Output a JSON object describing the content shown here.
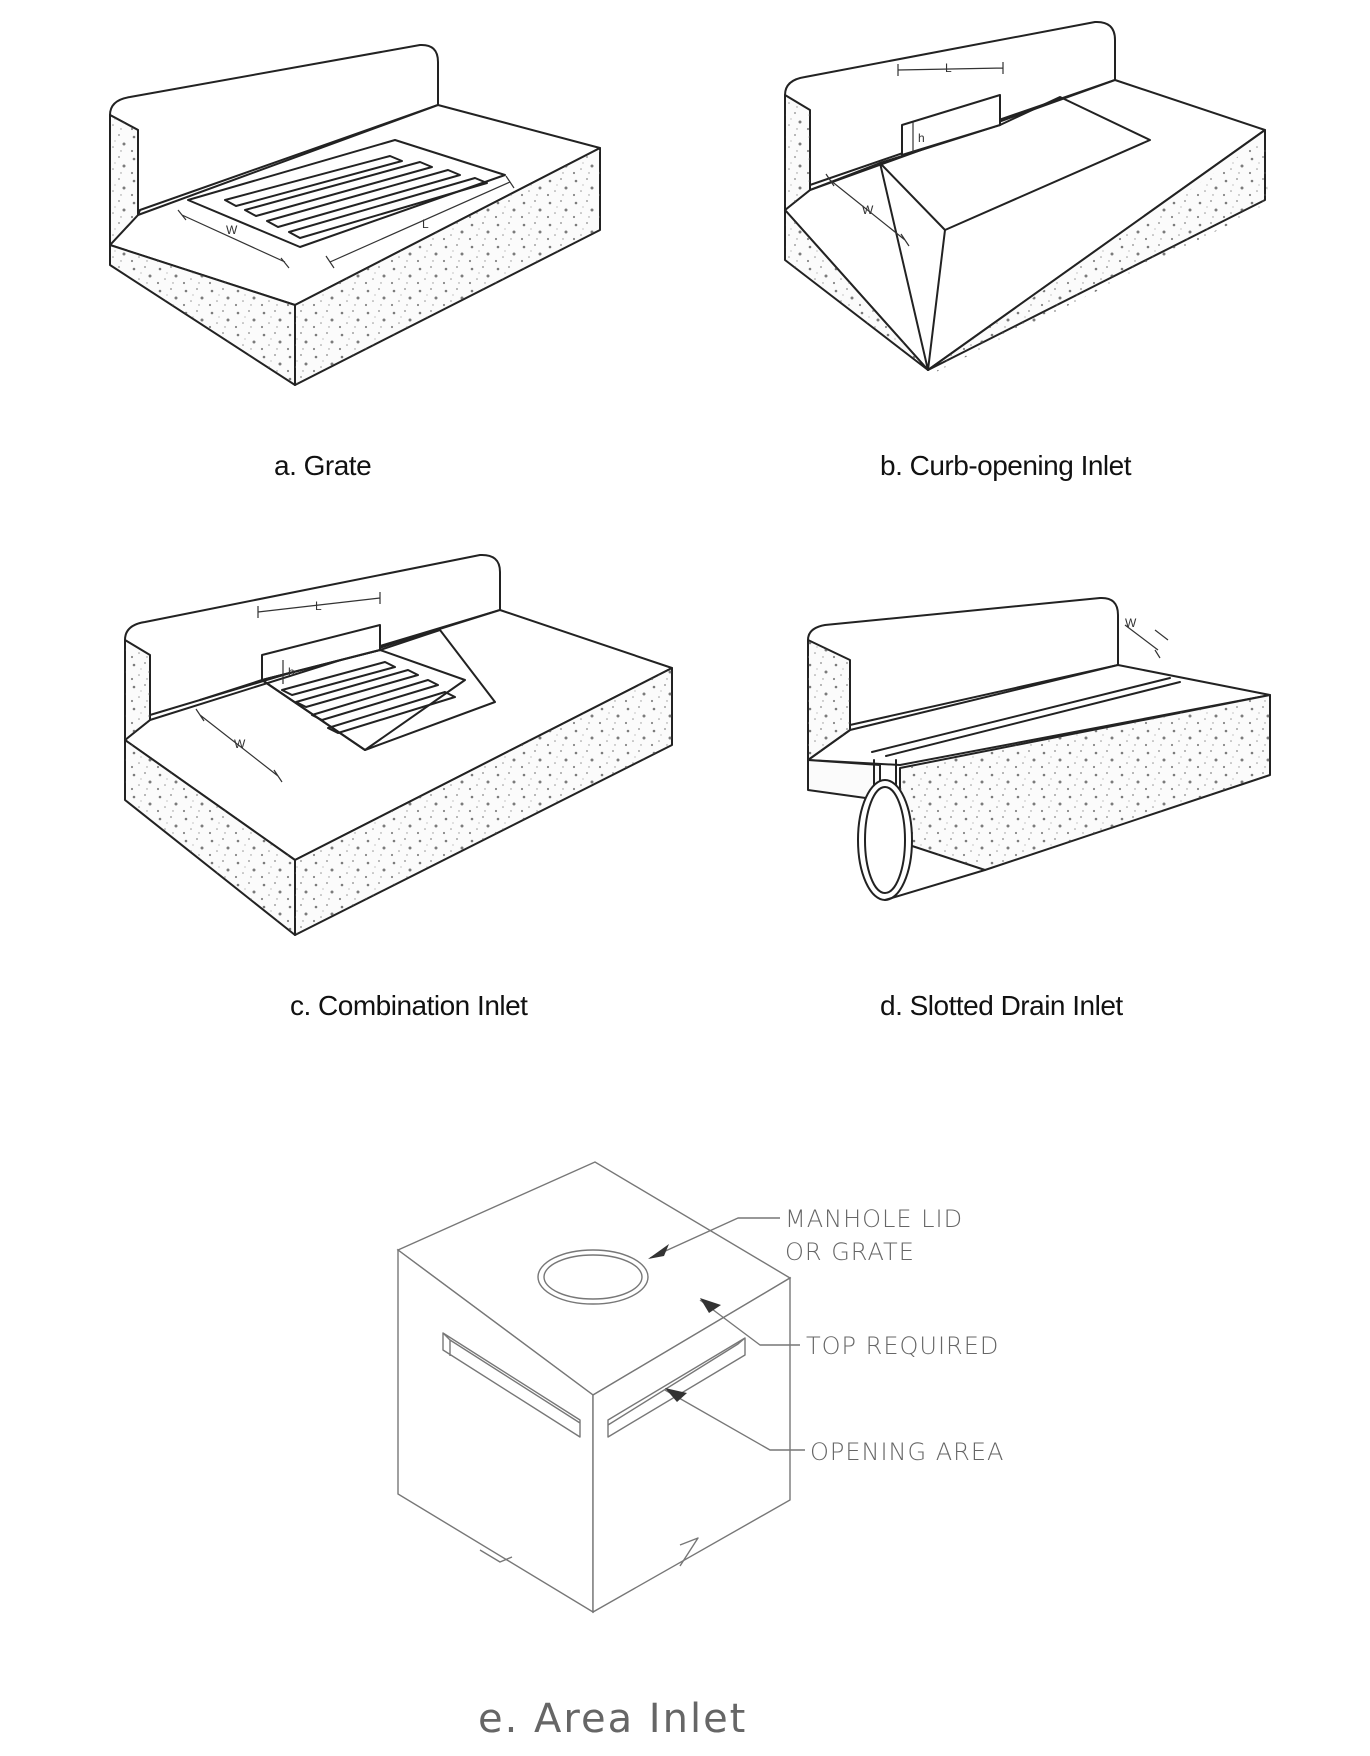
{
  "figures": [
    {
      "id": "a",
      "caption": "a.  Grate",
      "dims": [
        "W",
        "L"
      ]
    },
    {
      "id": "b",
      "caption": "b. Curb-opening Inlet",
      "dims": [
        "L",
        "h",
        "W"
      ]
    },
    {
      "id": "c",
      "caption": "c.  Combination Inlet",
      "dims": [
        "L",
        "h",
        "W"
      ]
    },
    {
      "id": "d",
      "caption": "d.  Slotted Drain Inlet",
      "dims": [
        "W"
      ]
    },
    {
      "id": "e",
      "caption": "e. Area Inlet",
      "callouts": [
        "MANHOLE LID",
        "OR GRATE",
        "TOP REQUIRED",
        "OPENING AREA"
      ]
    }
  ]
}
